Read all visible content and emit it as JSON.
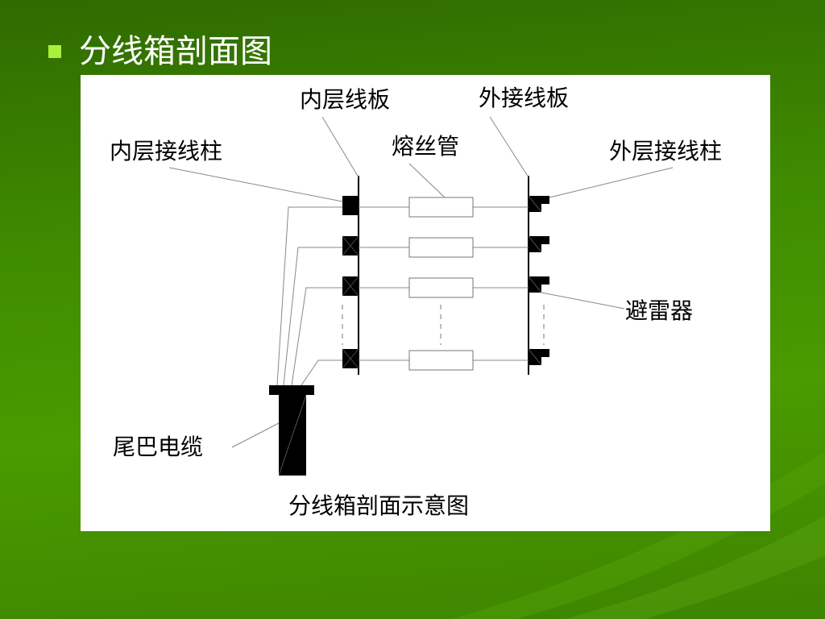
{
  "slide": {
    "title": "分线箱剖面图",
    "accent_color": "#a8f03a",
    "background_color": "#3f8a00"
  },
  "diagram": {
    "caption": "分线箱剖面示意图",
    "labels": {
      "inner_board": "内层线板",
      "outer_board": "外接线板",
      "inner_post": "内层接线柱",
      "fuse": "熔丝管",
      "outer_post": "外层接线柱",
      "arrester": "避雷器",
      "tail_cable": "尾巴电缆"
    }
  }
}
